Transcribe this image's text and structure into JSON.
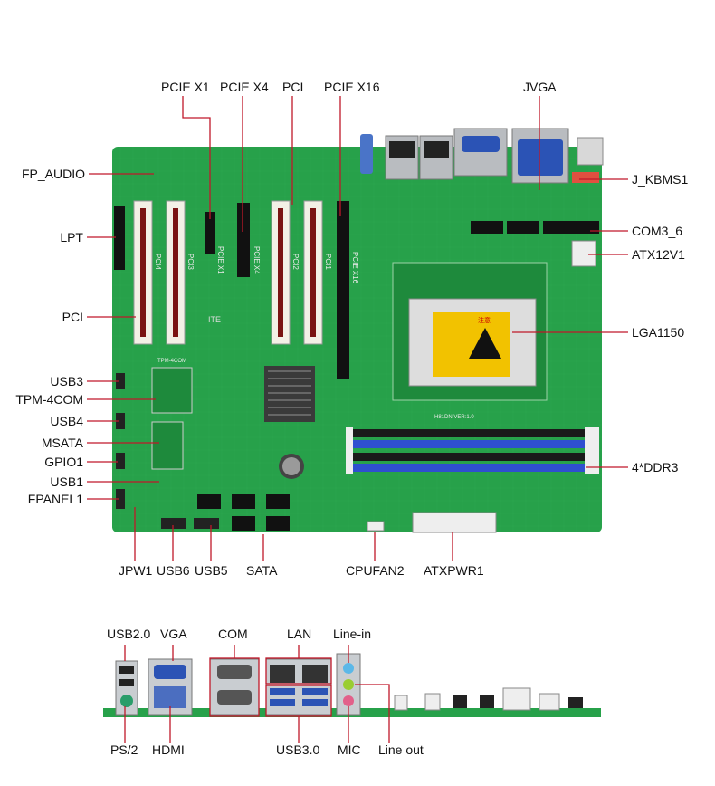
{
  "board": {
    "mainboard_view": {
      "callouts": {
        "pcie_x1": "PCIE X1",
        "pcie_x4": "PCIE X4",
        "pci_top": "PCI",
        "pcie_x16": "PCIE X16",
        "jvga": "JVGA",
        "fp_audio": "FP_AUDIO",
        "lpt": "LPT",
        "pci_left": "PCI",
        "usb3": "USB3",
        "tpm_4com": "TPM-4COM",
        "usb4": "USB4",
        "msata": "MSATA",
        "gpio1": "GPIO1",
        "usb1": "USB1",
        "fpanel1": "FPANEL1",
        "j_kbms1": "J_KBMS1",
        "com3_6": "COM3_6",
        "atx12v1": "ATX12V1",
        "lga1150": "LGA1150",
        "ddr3": "4*DDR3",
        "jpw1": "JPW1",
        "usb6": "USB6",
        "usb5": "USB5",
        "sata": "SATA",
        "cpufan2": "CPUFAN2",
        "atxpwr1": "ATXPWR1"
      },
      "silkscreen": {
        "slot_pci4": "PCI4",
        "slot_pci3": "PCI3",
        "slot_pcie_x1": "PCIE X1",
        "slot_pcie_x4": "PCIE X4",
        "slot_pci2": "PCI2",
        "slot_pci1": "PCI1",
        "slot_pcie_x16": "PCIE X16",
        "tpm_label": "TPM-4COM",
        "board_version": "H81DN VER:1.0",
        "cpu_warning": "注意",
        "chip_mark": "ITE"
      }
    },
    "io_panel_view": {
      "callouts": {
        "usb20": "USB2.0",
        "vga": "VGA",
        "com": "COM",
        "lan": "LAN",
        "line_in": "Line-in",
        "ps2": "PS/2",
        "hdmi": "HDMI",
        "usb30": "USB3.0",
        "mic": "MIC",
        "line_out": "Line out"
      }
    }
  },
  "colors": {
    "pcb": "#27a14a",
    "pcb_dark": "#1e8a3c",
    "leader": "#c0182a",
    "dimm_blue": "#2f4fd0",
    "dimm_black": "#1a1a1a",
    "slot_white": "#f3f0e6",
    "io_metal": "#b9bcc0",
    "vga_blue": "#2b53b5"
  }
}
